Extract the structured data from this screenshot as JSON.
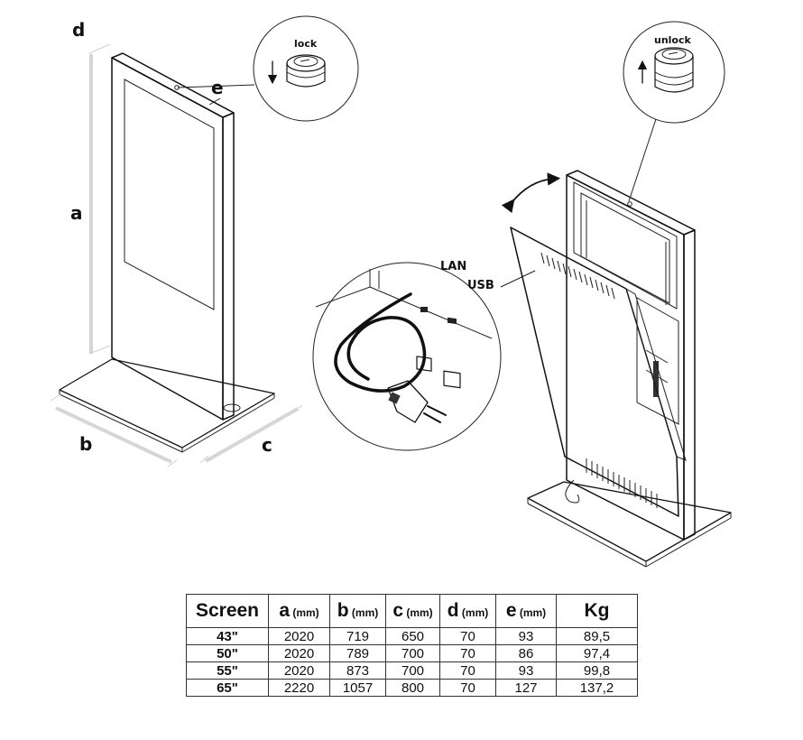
{
  "labels": {
    "dim_a": "a",
    "dim_b": "b",
    "dim_c": "c",
    "dim_d": "d",
    "dim_e": "e",
    "lock": "lock",
    "unlock": "unlock",
    "lan": "LAN",
    "usb": "USB"
  },
  "table": {
    "headers": [
      {
        "main": "Screen",
        "unit": ""
      },
      {
        "main": "a",
        "unit": "(mm)"
      },
      {
        "main": "b",
        "unit": "(mm)"
      },
      {
        "main": "c",
        "unit": "(mm)"
      },
      {
        "main": "d",
        "unit": "(mm)"
      },
      {
        "main": "e",
        "unit": "(mm)"
      },
      {
        "main": "Kg",
        "unit": ""
      }
    ],
    "rows": [
      [
        "43\"",
        "2020",
        "719",
        "650",
        "70",
        "93",
        "89,5"
      ],
      [
        "50\"",
        "2020",
        "789",
        "700",
        "70",
        "86",
        "97,4"
      ],
      [
        "55\"",
        "2020",
        "873",
        "700",
        "70",
        "93",
        "99,8"
      ],
      [
        "65\"",
        "2220",
        "1057",
        "800",
        "70",
        "127",
        "137,2"
      ]
    ]
  }
}
